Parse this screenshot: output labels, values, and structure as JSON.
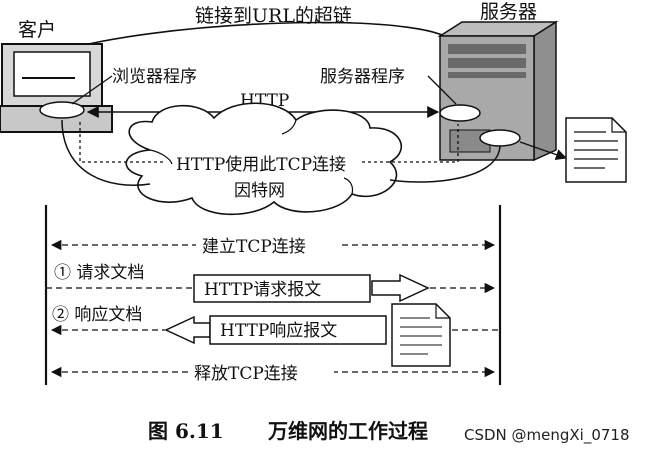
{
  "labels": {
    "client": "客户",
    "server": "服务器",
    "hyperlink": "链接到URL的超链",
    "browser_program": "浏览器程序",
    "server_program": "服务器程序",
    "http": "HTTP",
    "http_uses_tcp": "HTTP使用此TCP连接",
    "internet": "因特网"
  },
  "sequence": {
    "establish_tcp": "建立TCP连接",
    "step1": "① 请求文档",
    "step2": "② 响应文档",
    "http_request": "HTTP请求报文",
    "http_response": "HTTP响应报文",
    "release_tcp": "释放TCP连接"
  },
  "caption": {
    "figure_no": "图 6.11",
    "title": "万维网的工作过程"
  },
  "watermark": "CSDN @mengXi_0718",
  "icons": [
    "computer-icon",
    "server-icon",
    "document-icon",
    "cloud-icon"
  ]
}
